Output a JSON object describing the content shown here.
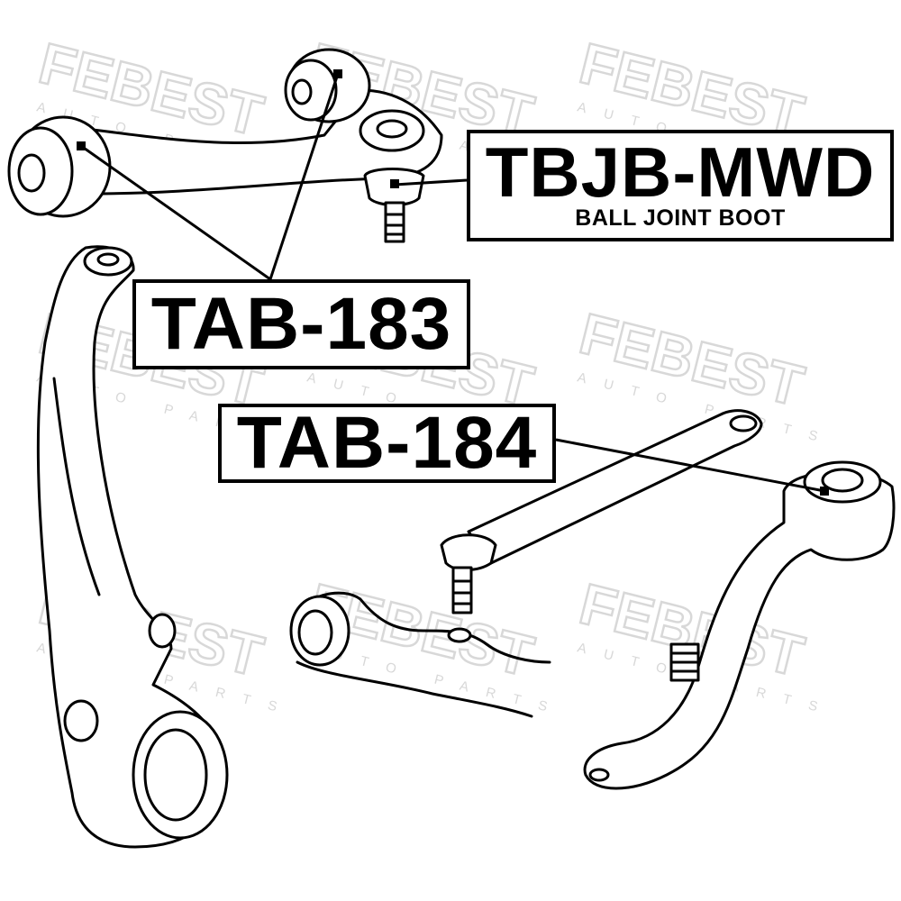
{
  "watermark": {
    "brand": "FEBEST",
    "tagline": "AUTO PARTS",
    "color": "#d8d8d8"
  },
  "labels": {
    "tbjb_mwd": {
      "code": "TBJB-MWD",
      "description": "BALL JOINT BOOT"
    },
    "tab_183": {
      "code": "TAB-183"
    },
    "tab_184": {
      "code": "TAB-184"
    }
  },
  "colors": {
    "line": "#000000",
    "background": "#ffffff",
    "label_border": "#000000"
  }
}
